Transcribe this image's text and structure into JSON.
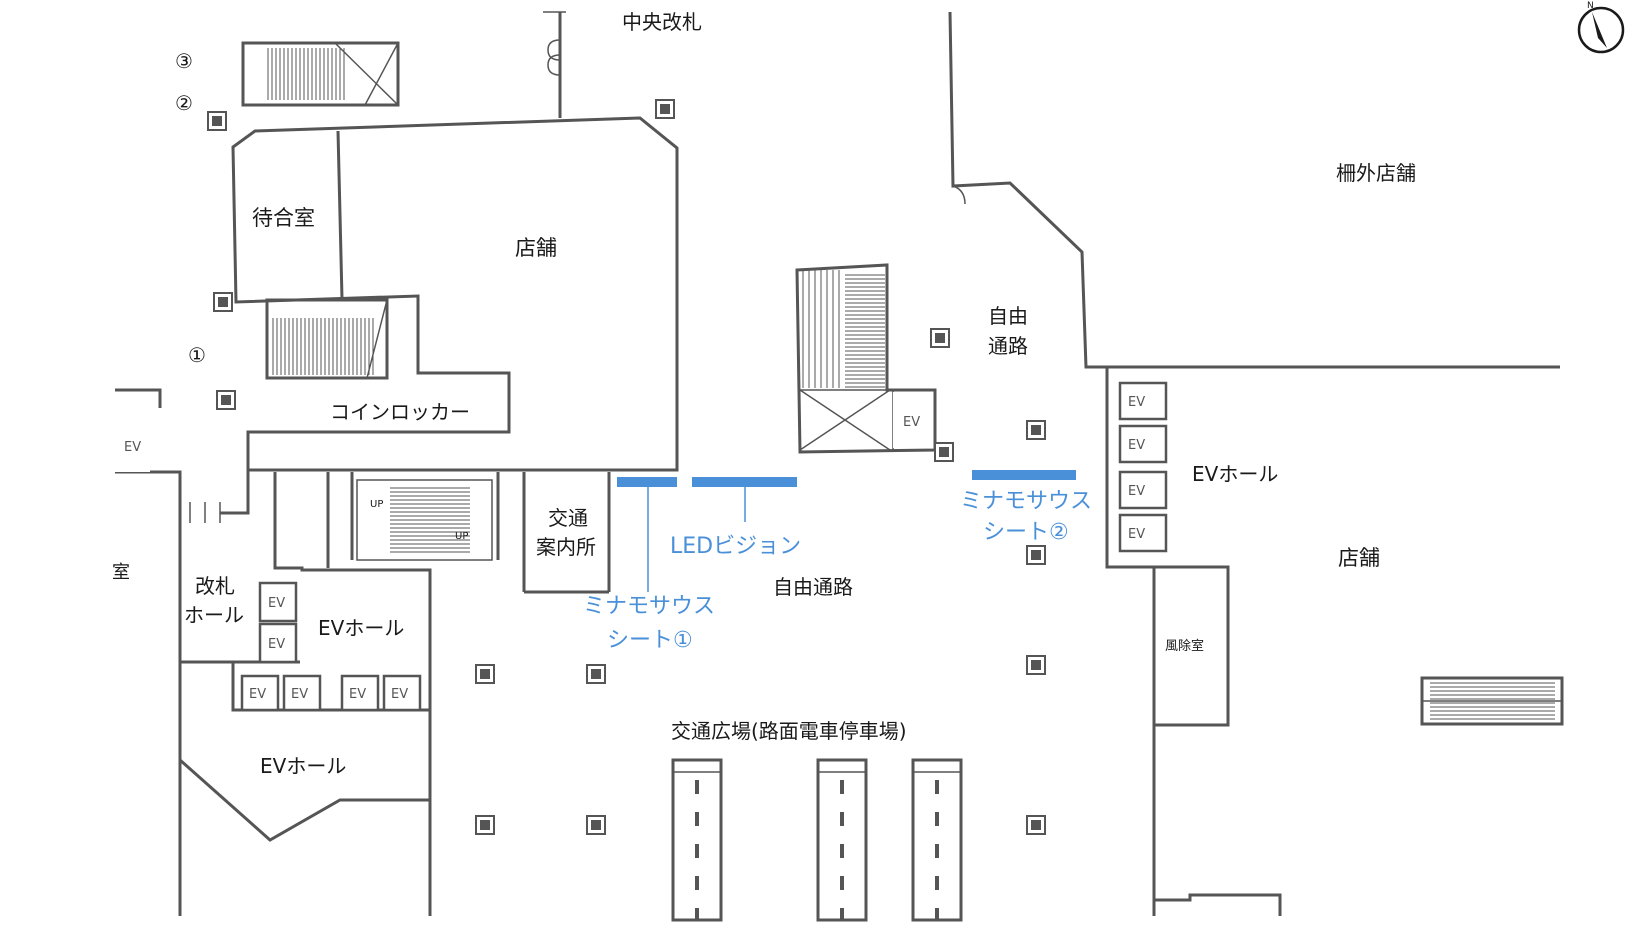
{
  "colors": {
    "wall": "#555555",
    "text": "#1a1a1a",
    "accent_blue": "#4a90d9",
    "background": "#ffffff"
  },
  "compass": {
    "label": "N",
    "icon": "north-arrow-icon"
  },
  "labels": {
    "central_gate": "中央改札",
    "waiting_room": "待合室",
    "shop_top": "店舗",
    "coin_locker": "コインロッカー",
    "free_passage_upper_1": "自由",
    "free_passage_upper_2": "通路",
    "outside_shop": "柵外店舗",
    "ev_hall_right": "EVホール",
    "shop_right": "店舗",
    "traffic_info_1": "交通",
    "traffic_info_2": "案内所",
    "ticket_hall_1": "改札",
    "ticket_hall_2": "ホール",
    "ev_hall_mid": "EVホール",
    "ev_hall_bottom": "EVホール",
    "free_passage_lower": "自由通路",
    "transit_plaza": "交通広場(路面電車停車場)",
    "windbreak_room": "風除室",
    "partial_room": "室",
    "marker_1": "①",
    "marker_2": "②",
    "marker_3": "③",
    "up_1": "UP",
    "up_2": "UP"
  },
  "ad_spots": {
    "seat1_line1": "ミナモサウス",
    "seat1_line2": "シート①",
    "led_vision": "LEDビジョン",
    "seat2_line1": "ミナモサウス",
    "seat2_line2": "シート②"
  },
  "ev": {
    "label": "EV"
  }
}
